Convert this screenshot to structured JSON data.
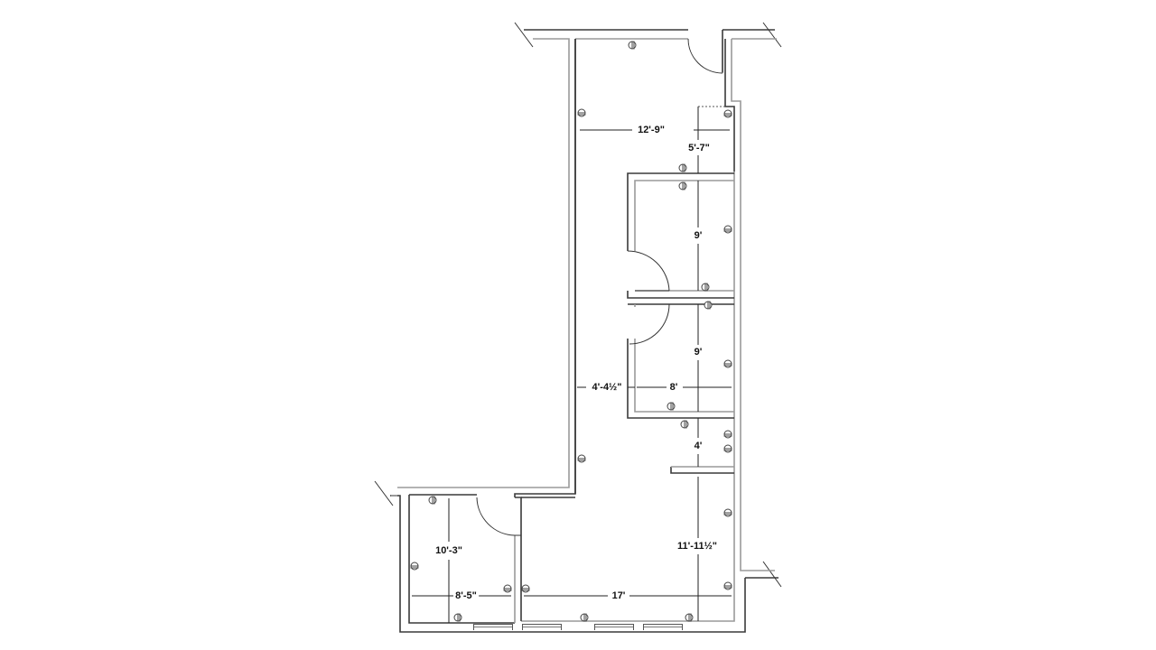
{
  "diagram": {
    "type": "floor-plan",
    "dimensions": {
      "main_top_width": "12'-9\"",
      "closet_depth": "5'-7\"",
      "office_1_depth": "9'",
      "office_2_depth": "9'",
      "office_2_width": "8'",
      "corridor_width": "4'-4½\"",
      "storage_depth": "4'",
      "bottom_room_depth": "11'-11½\"",
      "left_office_depth": "10'-3\"",
      "left_office_width": "8'-5\"",
      "bottom_room_width": "17'"
    },
    "outlet_count": 22,
    "window_count": 4
  }
}
